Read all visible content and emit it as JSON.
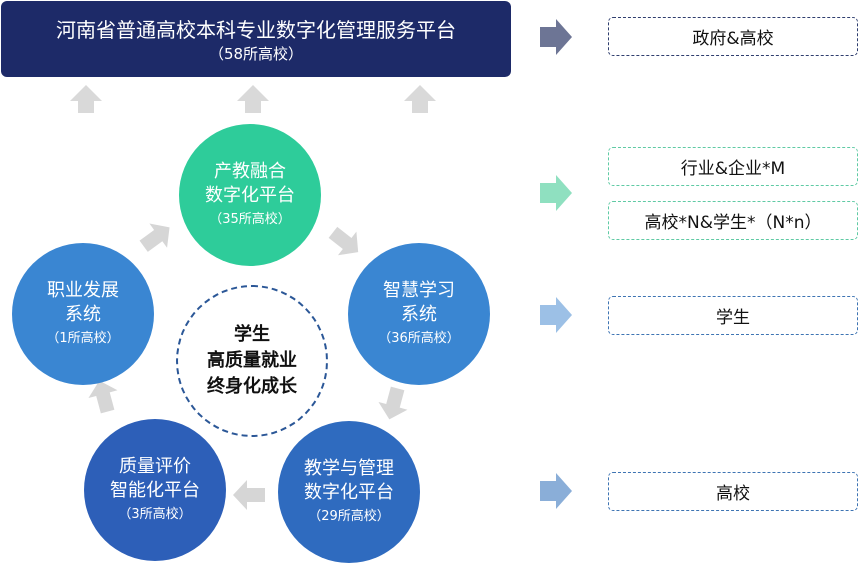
{
  "banner": {
    "title": "河南省普通高校本科专业数字化管理服务平台",
    "count": "（58所高校）"
  },
  "cycle": {
    "center": {
      "line1": "学生",
      "line2": "高质量就业",
      "line3": "终身化成长"
    },
    "nodes": [
      {
        "line1": "产教融合",
        "line2": "数字化平台",
        "count": "（35所高校）",
        "color": "#2ecc9a"
      },
      {
        "line1": "智慧学习",
        "line2": "系统",
        "count": "（36所高校）",
        "color": "#3a86d2"
      },
      {
        "line1": "教学与管理",
        "line2": "数字化平台",
        "count": "（29所高校）",
        "color": "#2f6bbf"
      },
      {
        "line1": "质量评价",
        "line2": "智能化平台",
        "count": "（3所高校）",
        "color": "#2d5fb8"
      },
      {
        "line1": "职业发展",
        "line2": "系统",
        "count": "（1所高校）",
        "color": "#3a86d2"
      }
    ]
  },
  "targets": {
    "gov_school": "政府&高校",
    "industry": "行业&企业*M",
    "school_student": "高校*N&学生*（N*n）",
    "student": "学生",
    "school": "高校"
  },
  "colors": {
    "navy": "#1d2a68",
    "green": "#2ecc9a",
    "blue": "#3a86d2",
    "arrow_gray": "#d6d6d6"
  }
}
